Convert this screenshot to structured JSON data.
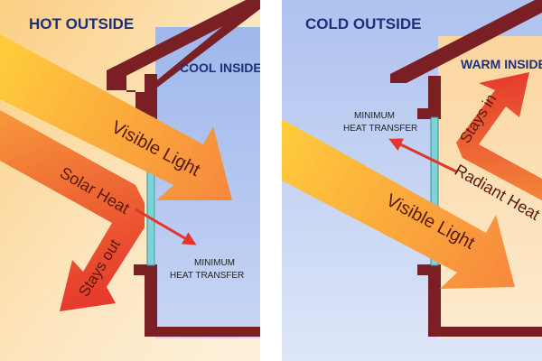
{
  "colors": {
    "wall": "#7a1f24",
    "hot_bg_warm": "#fbd38a",
    "hot_bg_pale": "#fde9c2",
    "cool_inside": "#b4c8f0",
    "cold_bg": "#bccdf2",
    "warm_inside": "#fde0b6",
    "visible_light_start": "#ffc83a",
    "visible_light_end": "#f78c3c",
    "heat_start": "#f7933c",
    "heat_end": "#e63a2e",
    "glass": "#7fd3d6",
    "heading_text": "#1f2f7a",
    "small_text": "#222222",
    "thin_arrow": "#e3352b"
  },
  "left_panel": {
    "heading_outside": "HOT OUTSIDE",
    "heading_inside": "COOL INSIDE",
    "visible_light_label": "Visible Light",
    "solar_heat_label": "Solar Heat",
    "stays_out_label": "Stays out",
    "transfer_line1": "MINIMUM",
    "transfer_line2": "HEAT TRANSFER"
  },
  "right_panel": {
    "heading_outside": "COLD OUTSIDE",
    "heading_inside": "WARM INSIDE",
    "visible_light_label": "Visible Light",
    "radiant_heat_label": "Radiant Heat",
    "stays_in_label": "Stays in",
    "transfer_line1": "MINIMUM",
    "transfer_line2": "HEAT TRANSFER"
  }
}
